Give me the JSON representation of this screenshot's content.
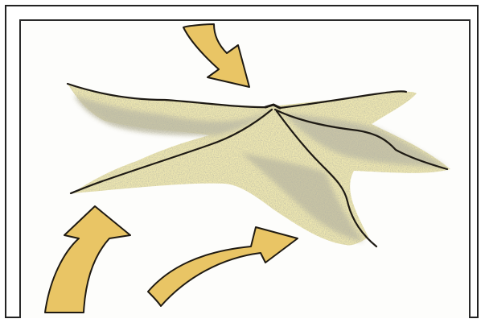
{
  "illustration": {
    "subject": "star-dune",
    "colors": {
      "sand_fill": "#f1ebb2",
      "sand_shadow": "#b9b69e",
      "crest_line": "#1e1a14",
      "arrow_fill": "#e9c565",
      "arrow_outline": "#1f1a12",
      "frame": "#222222"
    },
    "wind_arrows": [
      {
        "name": "wind-arrow-north",
        "direction": "down-right"
      },
      {
        "name": "wind-arrow-southwest",
        "direction": "up-right"
      },
      {
        "name": "wind-arrow-south",
        "direction": "up-right"
      }
    ]
  }
}
